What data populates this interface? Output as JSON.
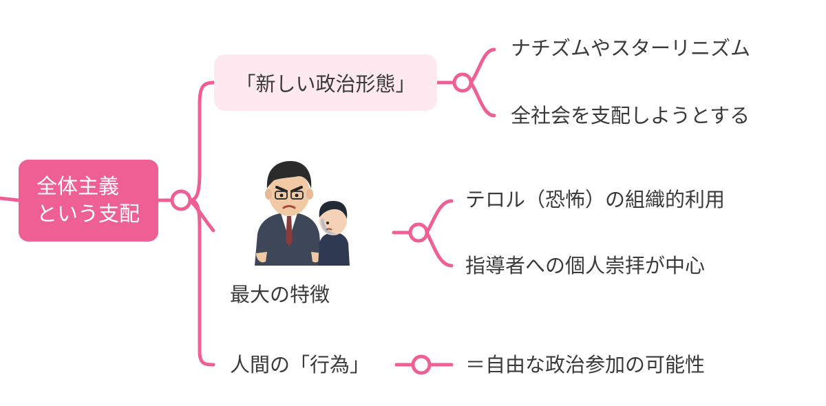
{
  "root": {
    "line1": "全体主義",
    "line2": "という支配"
  },
  "branches": [
    {
      "label": "「新しい政治形態」",
      "children": [
        "ナチズムやスターリニズム",
        "全社会を支配しようとする"
      ]
    },
    {
      "label": "最大の特徴",
      "children": [
        "テロル（恐怖）の組織的利用",
        "指導者への個人崇拝が中心"
      ]
    },
    {
      "label": "人間の「行為」",
      "children": [
        "＝自由な政治参加の可能性"
      ]
    }
  ],
  "colors": {
    "accent": "#ee5f94",
    "connector": "#ee5f94",
    "pill_background": "#fde9ef",
    "text": "#3a3a3a"
  },
  "icons": [
    "angry-businessman-illustration",
    "scared-person-illustration"
  ]
}
